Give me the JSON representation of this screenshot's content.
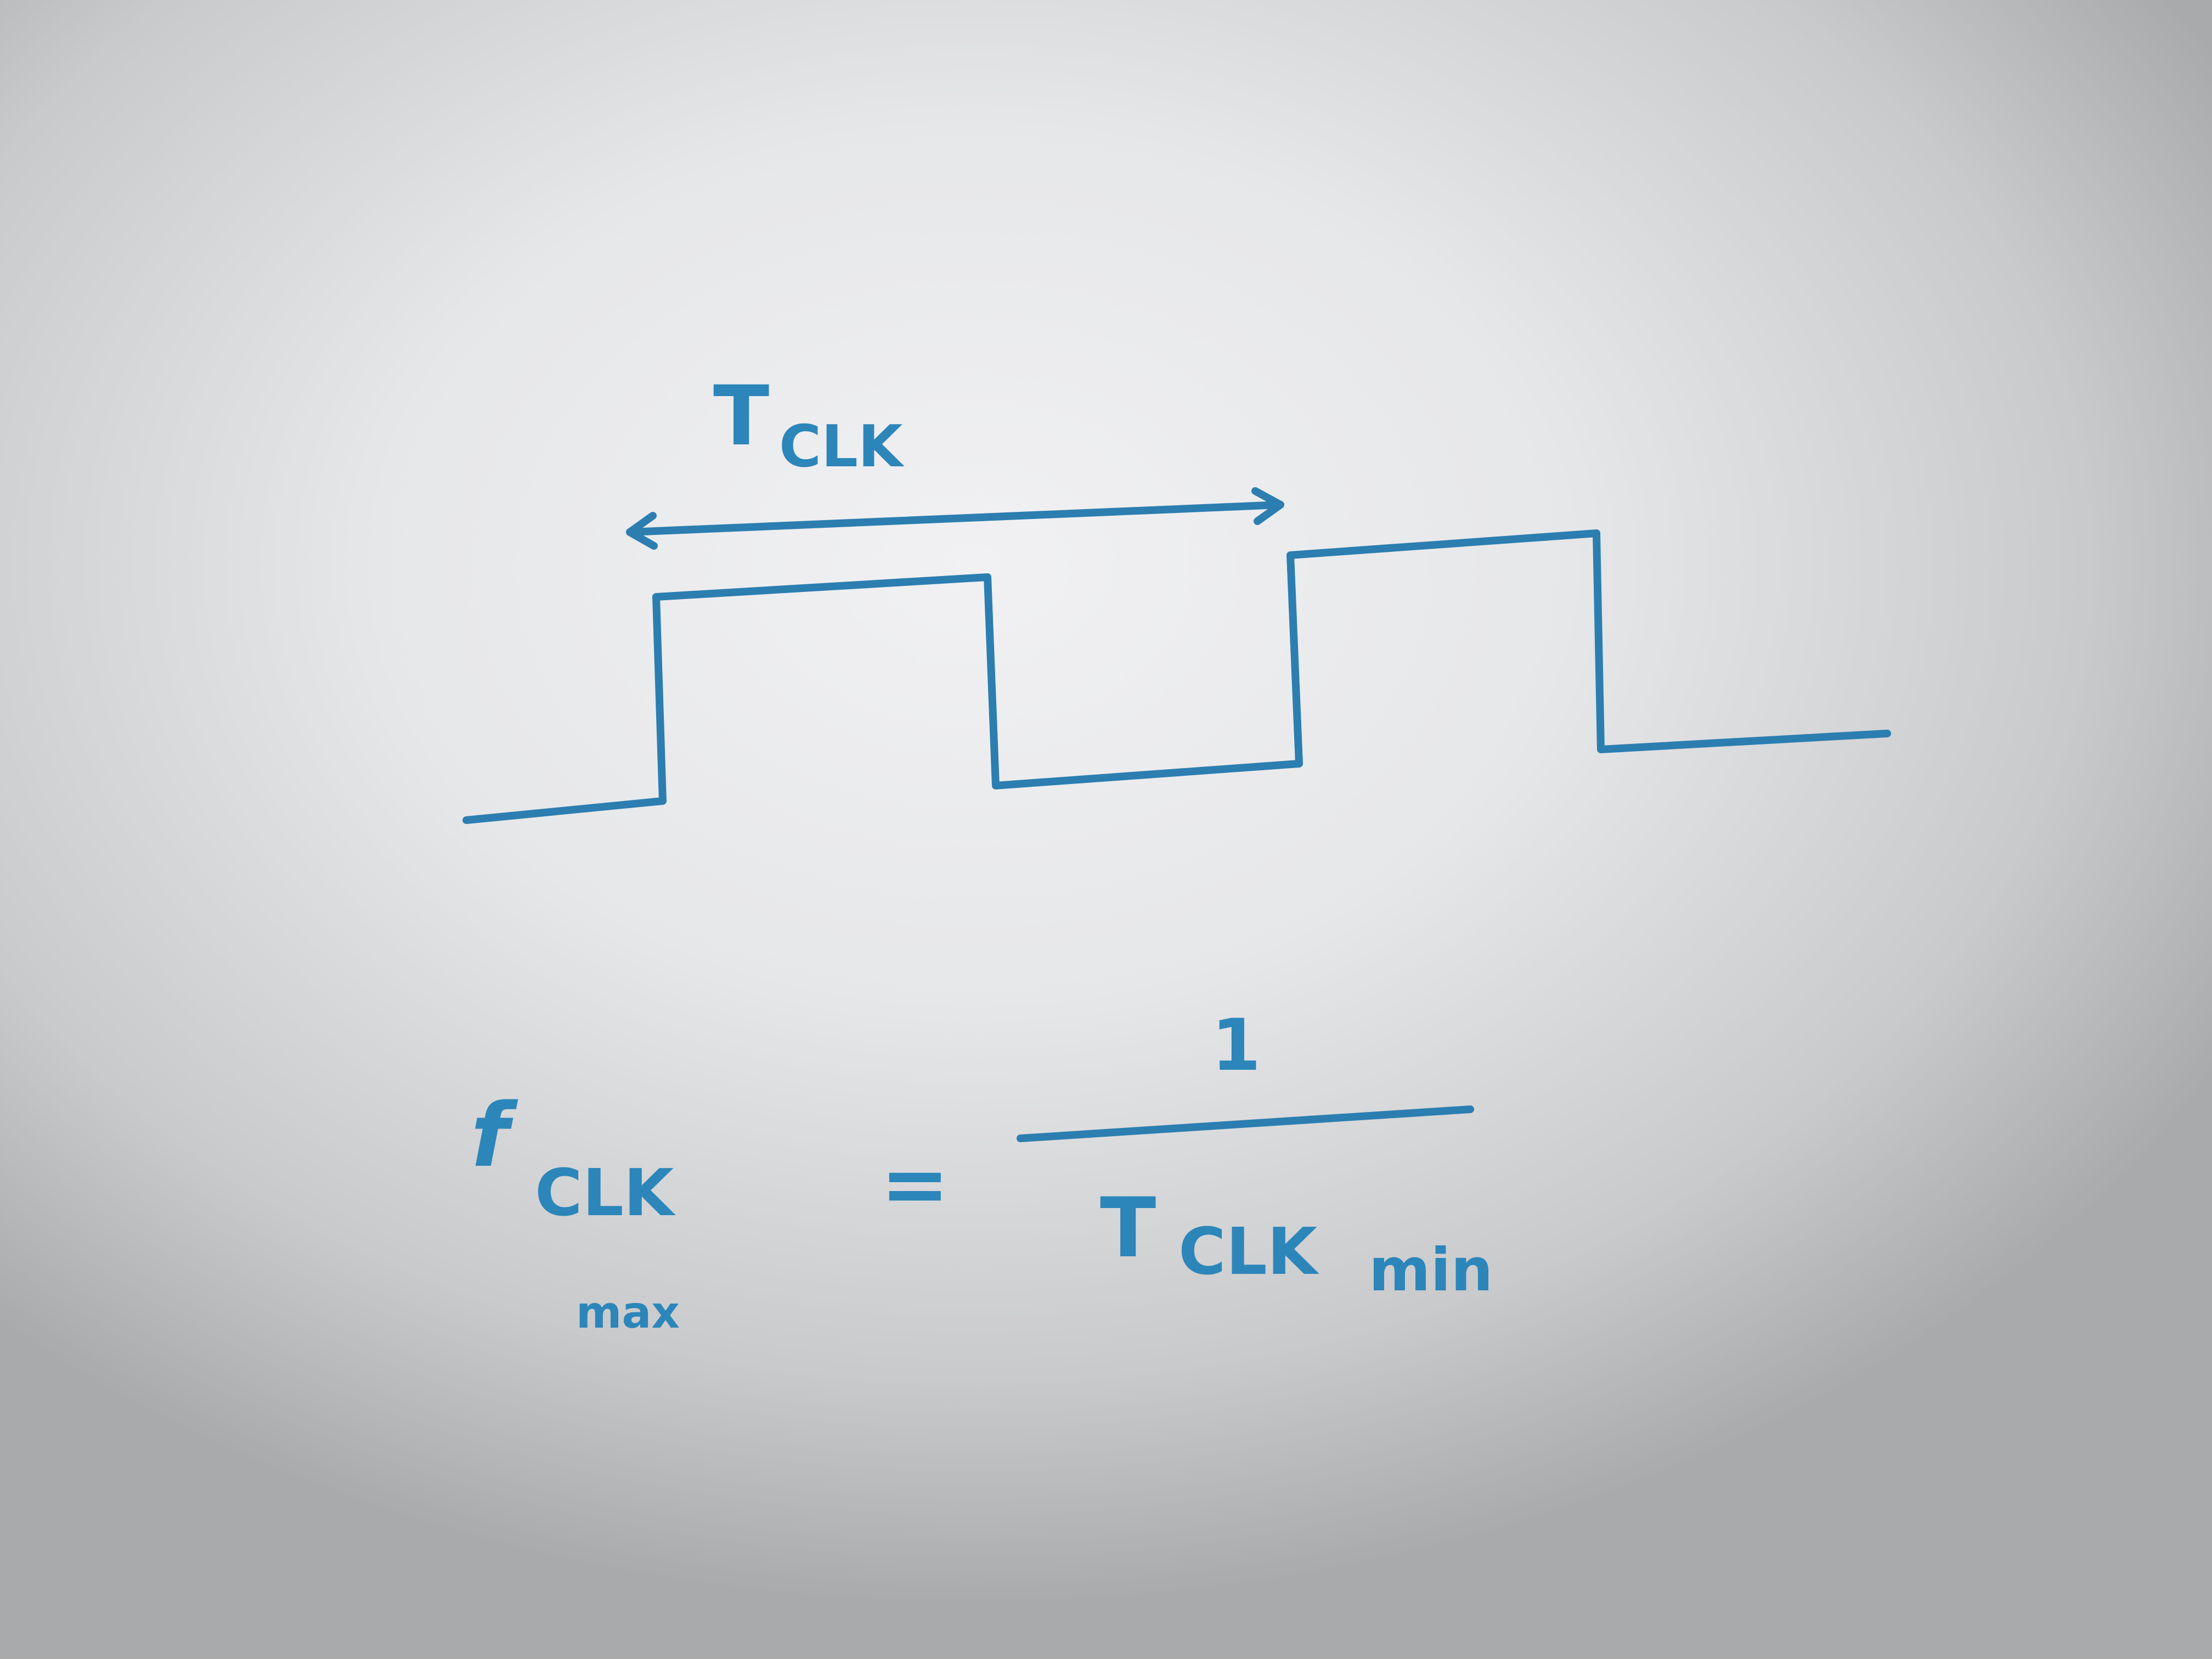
{
  "diagram": {
    "type": "clock-waveform",
    "period_label": {
      "main": "T",
      "subscript": "CLK"
    },
    "formula": {
      "lhs_symbol": "f",
      "lhs_subscript": "CLK",
      "lhs_qualifier": "max",
      "equals": "=",
      "numerator": "1",
      "den_symbol": "T",
      "den_subscript": "CLK",
      "den_qualifier": "min"
    },
    "ink_color": "#2c86ba",
    "paper_color": "#e8e9eb"
  }
}
